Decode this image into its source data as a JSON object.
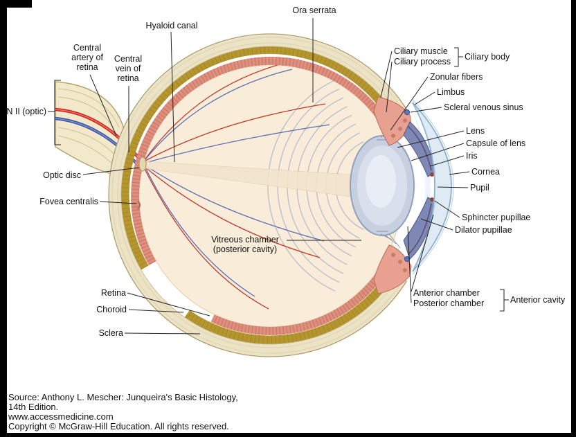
{
  "diagram": {
    "labels": {
      "ora_serrata": "Ora serrata",
      "hyaloid_canal": "Hyaloid canal",
      "central_artery": "Central\nartery of\nretina",
      "central_vein": "Central\nvein of\nretina",
      "cn_ii": "CN II (optic)",
      "optic_disc": "Optic disc",
      "fovea_centralis": "Fovea centralis",
      "vitreous_chamber": "Vitreous chamber\n(posterior cavity)",
      "retina": "Retina",
      "choroid": "Choroid",
      "sclera": "Sclera",
      "ciliary_muscle": "Ciliary muscle",
      "ciliary_process": "Ciliary process",
      "ciliary_body": "Ciliary body",
      "zonular_fibers": "Zonular fibers",
      "limbus": "Limbus",
      "scleral_venous_sinus": "Scleral venous sinus",
      "lens": "Lens",
      "capsule_of_lens": "Capsule of lens",
      "iris": "Iris",
      "cornea": "Cornea",
      "pupil": "Pupil",
      "sphincter_pupillae": "Sphincter pupillae",
      "dilator_pupillae": "Dilator pupillae",
      "anterior_chamber": "Anterior chamber",
      "posterior_chamber": "Posterior chamber",
      "anterior_cavity": "Anterior cavity"
    }
  },
  "footer": {
    "source_line1": "Source: Anthony L. Mescher: Junqueira's Basic Histology,",
    "source_line2": "14th Edition.",
    "website": "www.accessmedicine.com",
    "copyright": "Copyright © McGraw-Hill Education. All rights reserved."
  },
  "colors": {
    "sclera": "#ece3c6",
    "choroid": "#b5962e",
    "retina": "#df8f7e",
    "vitreous_interior": "#f9ecd8",
    "lens": "#c7d0e0",
    "cornea": "#d8e6f2",
    "iris": "#7d88b4",
    "ciliary_body": "#e8a090",
    "artery": "#cc2525",
    "vein": "#3a55a8",
    "border": "#000000"
  }
}
